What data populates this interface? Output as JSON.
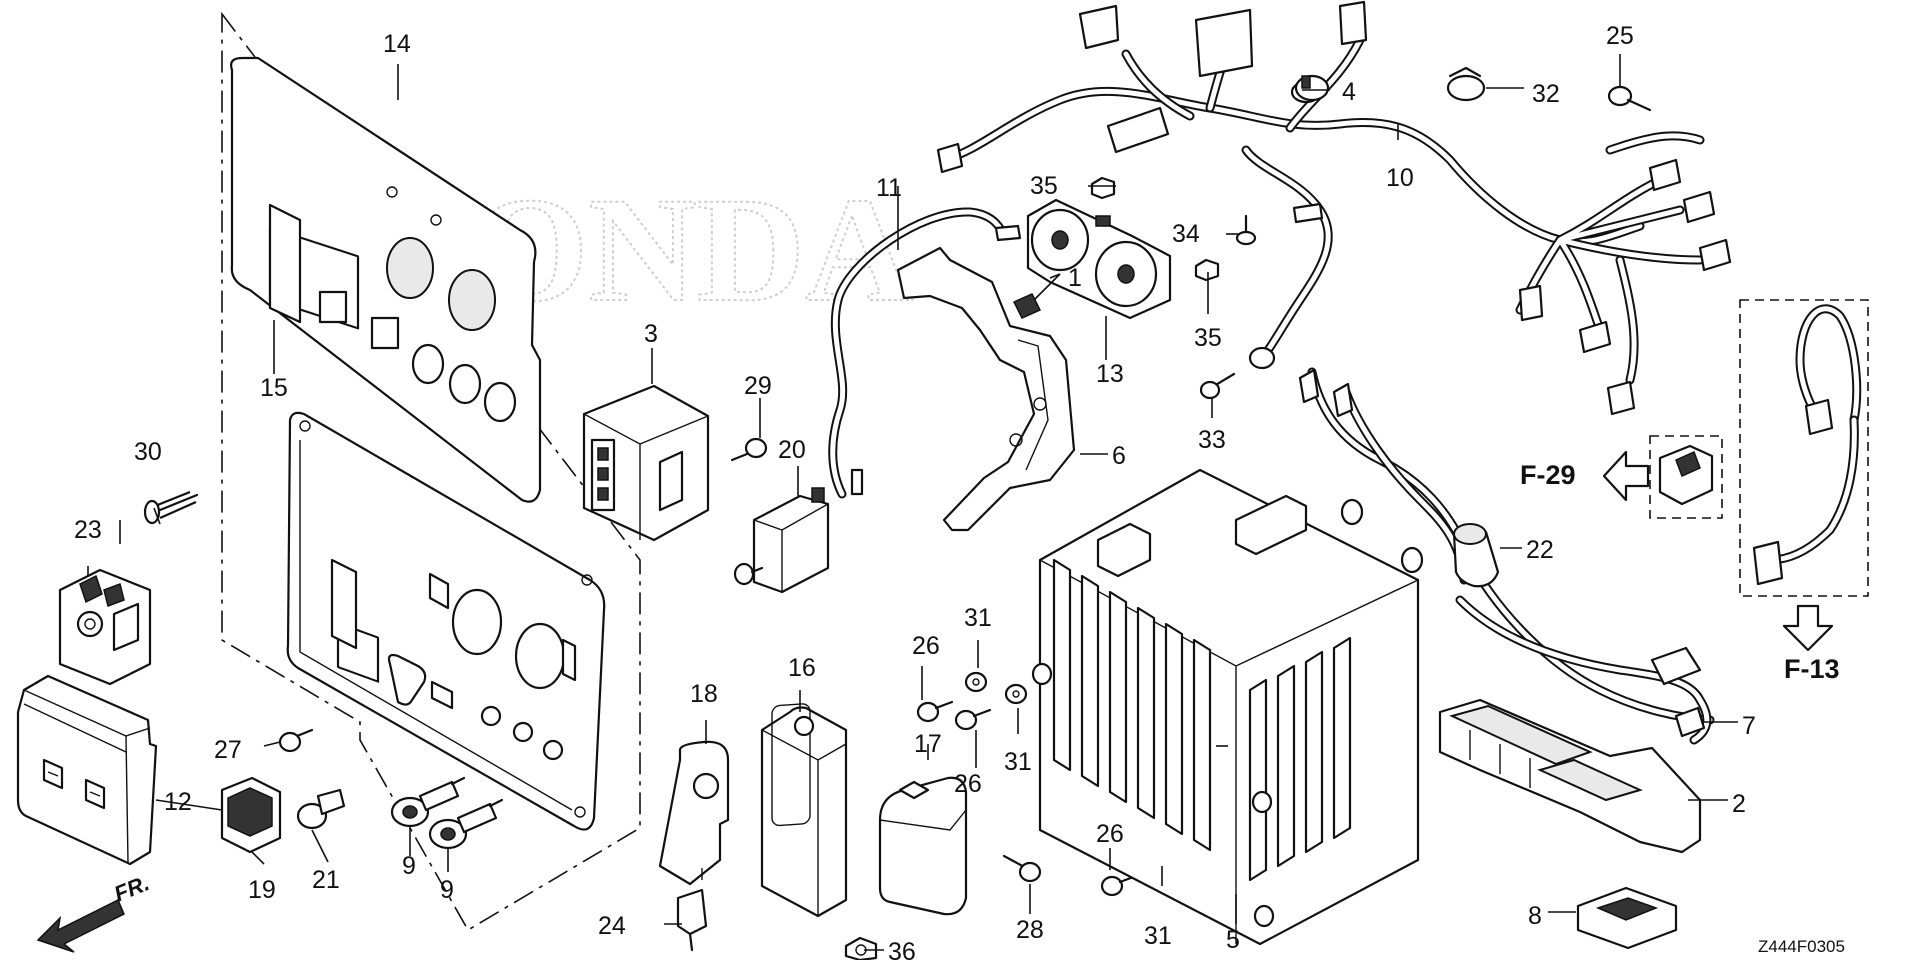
{
  "watermark": "HONDA",
  "callouts": {
    "c1": "1",
    "c2": "2",
    "c3": "3",
    "c4": "4",
    "c5": "5",
    "c6": "6",
    "c7": "7",
    "c8": "8",
    "c9a": "9",
    "c9b": "9",
    "c10": "10",
    "c11": "11",
    "c12": "12",
    "c13": "13",
    "c14": "14",
    "c15": "15",
    "c16": "16",
    "c17": "17",
    "c18": "18",
    "c19": "19",
    "c20": "20",
    "c21": "21",
    "c22": "22",
    "c23": "23",
    "c24": "24",
    "c25": "25",
    "c26a": "26",
    "c26b": "26",
    "c26c": "26",
    "c27": "27",
    "c28": "28",
    "c29": "29",
    "c30": "30",
    "c31a": "31",
    "c31b": "31",
    "c31c": "31",
    "c32": "32",
    "c33": "33",
    "c34": "34",
    "c35a": "35",
    "c35b": "35",
    "c36": "36"
  },
  "section_refs": {
    "f29": "F-29",
    "f13": "F-13"
  },
  "front_marker": "FR.",
  "diagram_code": "Z444F0305",
  "icons": [
    "front-arrow-icon",
    "ref-arrow-left-icon",
    "ref-arrow-down-icon"
  ]
}
